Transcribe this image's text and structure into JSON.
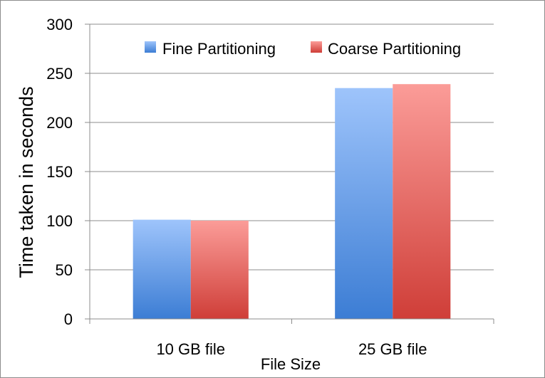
{
  "chart_data": {
    "type": "bar",
    "title": "",
    "xlabel": "File Size",
    "ylabel": "Time taken in seconds",
    "categories": [
      "10 GB file",
      "25 GB file"
    ],
    "series": [
      {
        "name": "Fine Partitioning",
        "values": [
          101,
          235
        ]
      },
      {
        "name": "Coarse Partitioning",
        "values": [
          100,
          239
        ]
      }
    ],
    "ylim": [
      0,
      300
    ],
    "yticks": [
      "0",
      "50",
      "100",
      "150",
      "200",
      "250",
      "300"
    ],
    "grid": "horizontal",
    "legend_position": "top-right",
    "colors": {
      "Fine Partitioning": {
        "top": "#9ec4fb",
        "bottom": "#3c7dd4"
      },
      "Coarse Partitioning": {
        "top": "#fb9c98",
        "bottom": "#cf3e38"
      },
      "gridline": "#8c8c8c"
    }
  }
}
